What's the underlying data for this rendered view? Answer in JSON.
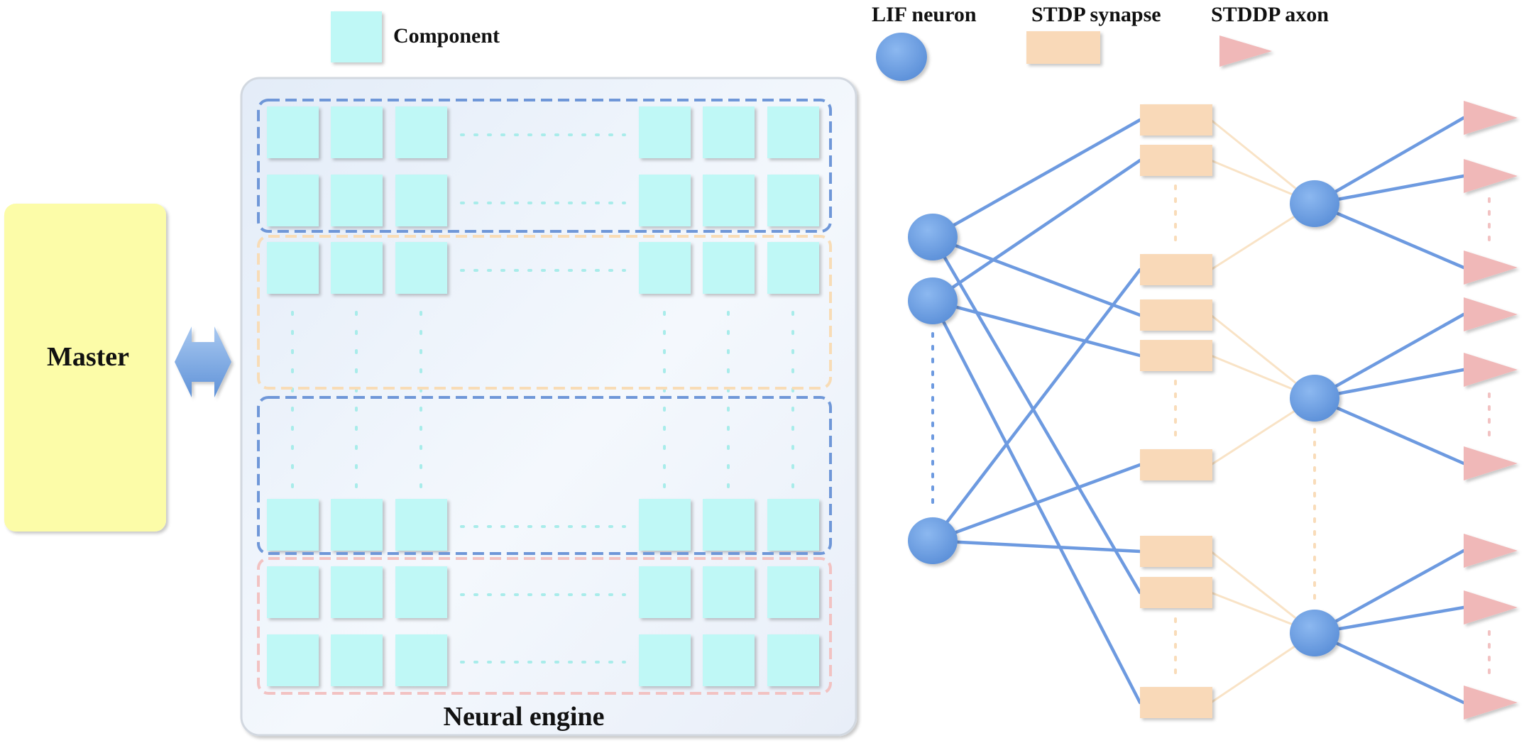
{
  "legend": {
    "component": "Component",
    "lif_neuron": "LIF neuron",
    "stdp_synapse": "STDP synapse",
    "stddp_axon": "STDDP axon"
  },
  "master": {
    "label": "Master"
  },
  "engine": {
    "label": "Neural engine"
  },
  "colors": {
    "component": "#bff8f6",
    "neuron": "#6a9fe4",
    "synapse": "#f9d9b8",
    "axon": "#f0b8b8",
    "edge": "#6d9ae0",
    "master": "#fcfca8",
    "group_blue": "#6f97d8",
    "group_orange": "#f8dcb6",
    "group_pink": "#f2c2c2"
  }
}
